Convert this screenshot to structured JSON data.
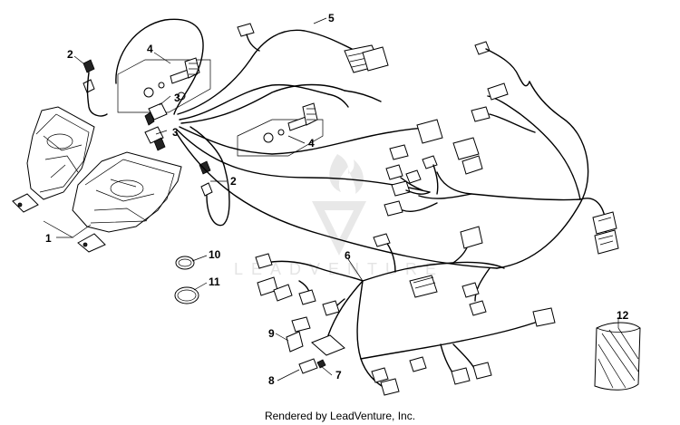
{
  "watermark": "LEADVENTURE",
  "footer": "Rendered by LeadVenture, Inc.",
  "callouts": [
    "1",
    "2",
    "2",
    "3",
    "3",
    "4",
    "4",
    "5",
    "6",
    "7",
    "8",
    "9",
    "10",
    "11",
    "12"
  ]
}
